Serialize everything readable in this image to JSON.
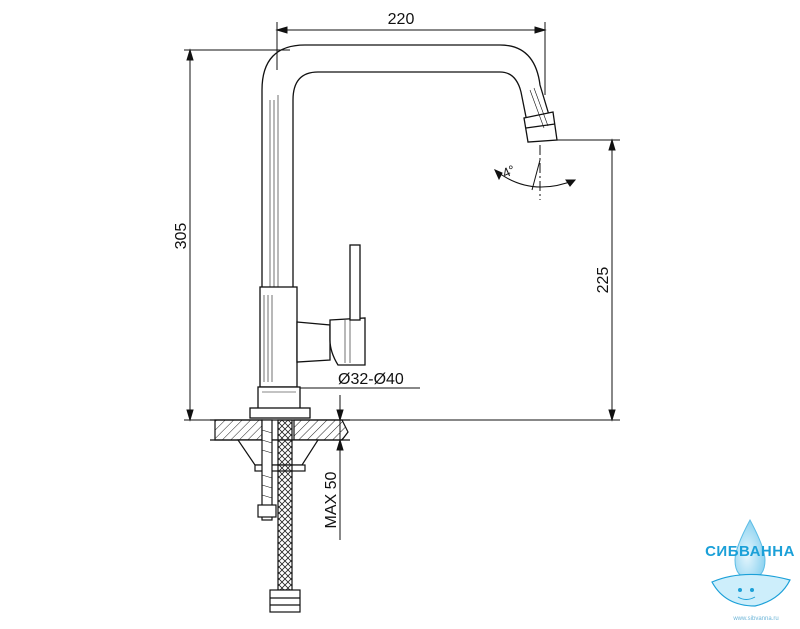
{
  "dimensions": {
    "spout_reach": "220",
    "total_height": "305",
    "outlet_height": "225",
    "hole_diameter": "Ø32-Ø40",
    "max_thickness": "MAX 50",
    "swivel_angle": "4°"
  },
  "logo": {
    "name": "СИБВАННА",
    "url": "www.sibvanna.ru",
    "color": "#1ba0d8"
  }
}
